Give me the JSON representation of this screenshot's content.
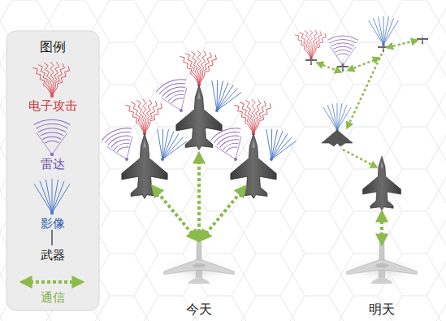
{
  "diagram": {
    "labels": [
      "图例",
      "今天",
      "明天"
    ],
    "legend": [
      {
        "text": "电子攻击"
      },
      {
        "text": "雷达"
      },
      {
        "text": "影像"
      },
      {
        "text": "武器"
      },
      {
        "text": "通信"
      }
    ]
  }
}
